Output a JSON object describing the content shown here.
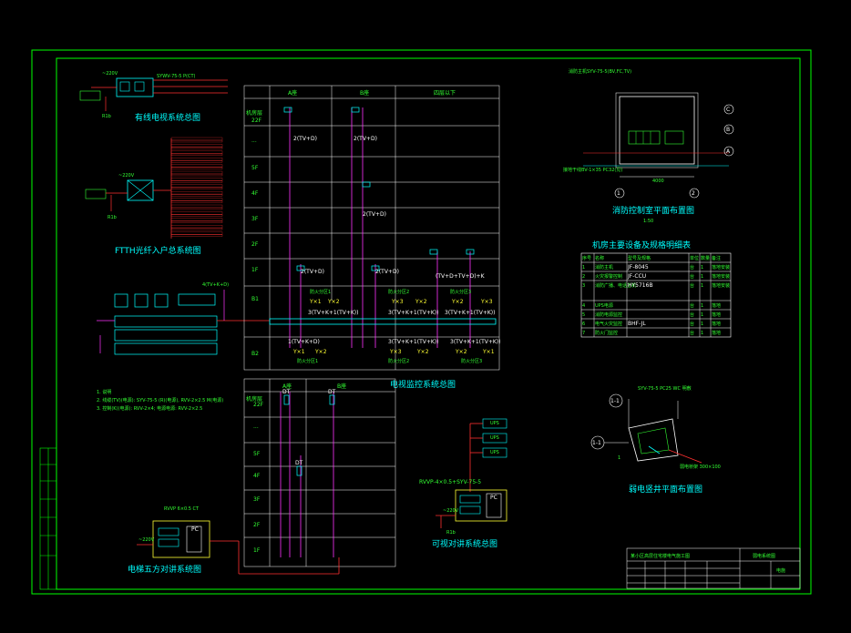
{
  "colors": {
    "background": "#000000",
    "frame": "#00ff00",
    "cyan": "#00ffff",
    "magenta": "#ff33ff",
    "red": "#ff3030",
    "yellow": "#ffff33",
    "white": "#ffffff"
  },
  "titles": {
    "cable_tv_left": "有线电视系统总图",
    "ftth": "FTTH光纤入户总系统图",
    "tv_monitor": "电视监控系统总图",
    "fire_control_room": "消防控制室平面布置图",
    "fire_equipment_table": "机房主要设备及规格明细表",
    "weak_current_well": "弱电竖井平面布置图",
    "visual_intercom": "可视对讲系统总图",
    "entrance_intercom": "电梯五方对讲系统图",
    "scale_1_50": "1:50"
  },
  "upper_table": {
    "col_a": "A座",
    "col_b": "B座",
    "col_notes": "四层以下",
    "floors": [
      "22F",
      "...",
      "5F",
      "4F",
      "3F",
      "2F",
      "1F",
      "B1",
      "B2"
    ],
    "machine_room": "机房层",
    "labels": {
      "tv_a1": "2(TV+D)",
      "tv_b1": "2(TV+D)",
      "tv_b3": "2(TV+D)",
      "tv_a_1f": "2(TV+D)",
      "tv_b_1f": "2(TV+D)",
      "tv_mid": "(TV+D+TV+D)+K",
      "b1_1": "3(TV+K+1(TV+K))",
      "b1_2": "3(TV+K+1(TV+K))",
      "b1_3": "3(TV+K+1(TV+K))",
      "b2_1": "1(TV+K+D)",
      "b2_2": "3(TV+K+1(TV+K))",
      "b2_3": "3(TV+K+1(TV+K))",
      "zone1": "防火分区1",
      "zone2": "防火分区2",
      "zone3": "防火分区3",
      "x1": "Y×1",
      "x2": "Y×2",
      "x3": "Y×3"
    }
  },
  "lower_table": {
    "col_a": "A座",
    "col_b": "B座",
    "machine_room": "机房层",
    "floors": [
      "22F",
      "...",
      "5F",
      "4F",
      "3F",
      "2F",
      "1F"
    ],
    "cam_dt": "DT"
  },
  "left_notes": {
    "voltage_220": "~220V",
    "voltage_r1b": "R1b",
    "tv_wire": "SYWV-75-5 P(CT)",
    "legend_1": "1. 说明",
    "legend_2": "2. 线缆(TV)(电源): SYV-75-5 (R)(电源), RVV-2×2.5 M(电源)",
    "legend_3": "3. 控制(K)(电源): RVV-2×4; 电源电源: RVV-2×2.5",
    "ctrl_wire": "4(TV+K+D)"
  },
  "fire_room": {
    "top_label": "消防主机SYV-75-5(BV,FC,TV)",
    "bottom_label": "接地干线BV-1×35 PC32(见)",
    "dim_4000": "4000",
    "axis_labels": [
      "A",
      "B",
      "C",
      "1",
      "2"
    ]
  },
  "equipment_table": {
    "headers": [
      "序号",
      "名称",
      "型号及规格",
      "单位",
      "数量",
      "备注"
    ],
    "rows": [
      [
        "1",
        "消防主机",
        "JF-8045",
        "台",
        "1",
        "落地安装"
      ],
      [
        "2",
        "火灾报警控制",
        "JF-CCU",
        "台",
        "1",
        "落地安装"
      ],
      [
        "3",
        "消防广播、电话主机",
        "HY5716B",
        "台",
        "1",
        "落地安装"
      ],
      [
        "4",
        "UPS电源",
        "",
        "台",
        "1",
        "落地"
      ],
      [
        "5",
        "消防电源监控",
        "",
        "台",
        "1",
        "落地"
      ],
      [
        "6",
        "电气火灾监控",
        "BHF-JL",
        "台",
        "1",
        "落地"
      ],
      [
        "7",
        "防火门监控",
        "",
        "台",
        "1",
        "落地"
      ]
    ]
  },
  "well": {
    "label_top": "SYV-75-5 PC25 WC 明敷",
    "label_right": "弱电桥架 300×100",
    "axis": [
      "1-1",
      "1-1"
    ],
    "dim": "1"
  },
  "visual_intercom": {
    "wire_label": "RVVP-4×0.5+SYV-75-5",
    "pc_label": "PC",
    "voltage": "~220V",
    "r1b": "R1b",
    "boxes": [
      "UPS",
      "UPS",
      "UPS"
    ]
  },
  "entrance": {
    "top_label": "RVVP 6×0.5 CT",
    "pc_label": "PC",
    "voltage": "~220V"
  },
  "title_block": {
    "project": "某小区高层住宅楼电气施工图",
    "drawing": "弱电系统图",
    "sheet": "电施"
  }
}
